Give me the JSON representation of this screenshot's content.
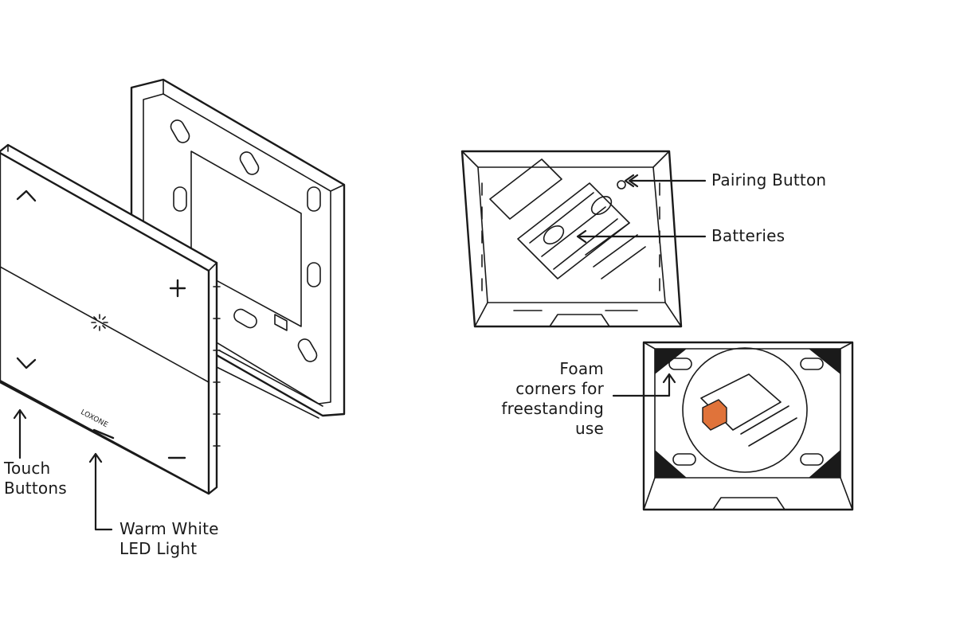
{
  "labels": {
    "touch_buttons": [
      "Touch",
      "Buttons"
    ],
    "led": [
      "Warm White",
      "LED Light"
    ],
    "pairing": "Pairing Button",
    "batteries": "Batteries",
    "foam": [
      "Foam",
      "corners for",
      "freestanding",
      "use"
    ],
    "brand": "LOXONE"
  },
  "colors": {
    "line": "#1a1a1a",
    "foam_corner": "#1a1a1a",
    "pairing_button": "#e0733a"
  },
  "figures": [
    {
      "name": "exploded-switch",
      "parts": [
        "front-touch-panel",
        "wall-mount-frame"
      ]
    },
    {
      "name": "back-view-batteries"
    },
    {
      "name": "back-view-foam-corners"
    }
  ]
}
